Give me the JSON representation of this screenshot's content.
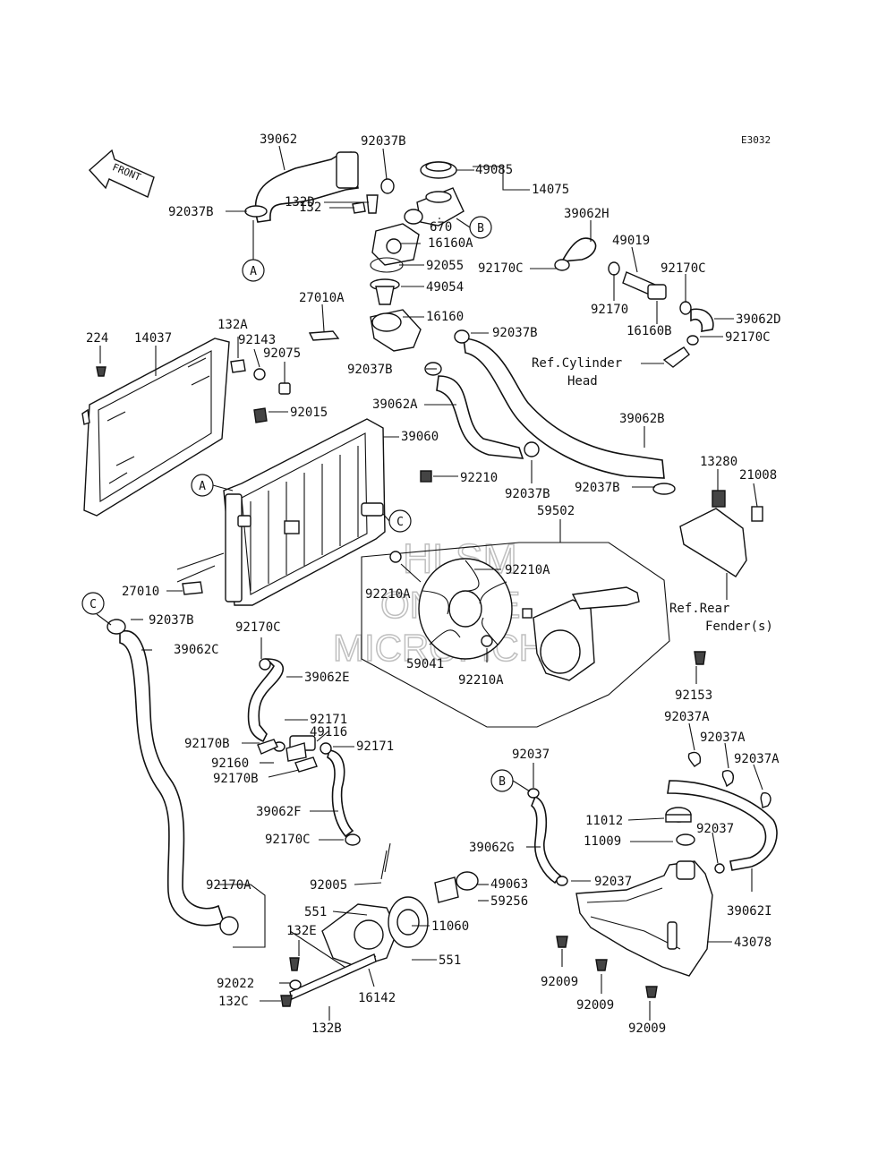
{
  "diagram_code": "E3032",
  "front_label": "FRONT",
  "watermark": [
    "HLSM",
    "ONLINE",
    "MICROFICHE"
  ],
  "callouts": {
    "a1": "A",
    "a2": "A",
    "b1": "B",
    "b2": "B",
    "c1": "C",
    "c2": "C"
  },
  "labels": {
    "p39062": "39062",
    "p92037B_1": "92037B",
    "p49085": "49085",
    "p14075": "14075",
    "p132D": "132D",
    "p670": "670",
    "p92037B_2": "92037B",
    "p132": "132",
    "p16160A": "16160A",
    "p92055": "92055",
    "p49054": "49054",
    "p39062H": "39062H",
    "p49019": "49019",
    "p92170C_1": "92170C",
    "p92170C_2": "92170C",
    "p92170": "92170",
    "p39062D": "39062D",
    "p16160B": "16160B",
    "p92170C_3": "92170C",
    "p27010A": "27010A",
    "p16160": "16160",
    "p92037B_3": "92037B",
    "p132A": "132A",
    "p224": "224",
    "p14037": "14037",
    "p92143": "92143",
    "p92075": "92075",
    "p92037B_4": "92037B",
    "p39062A": "39062A",
    "p92015": "92015",
    "p39060": "39060",
    "p39062B": "39062B",
    "p92210": "92210",
    "p92037B_5": "92037B",
    "p92037B_6": "92037B",
    "p13280": "13280",
    "p21008": "21008",
    "p59502": "59502",
    "p92210A_1": "92210A",
    "p92210A_2": "92210A",
    "p27010": "27010",
    "p92037B_7": "92037B",
    "p92170C_4": "92170C",
    "p39062C": "39062C",
    "p39062E": "39062E",
    "p59041": "59041",
    "p92210A_3": "92210A",
    "p92153": "92153",
    "p92171_1": "92171",
    "p49116": "49116",
    "p92171_2": "92171",
    "p92170B_1": "92170B",
    "p92160": "92160",
    "p92170B_2": "92170B",
    "p39062F": "39062F",
    "p92170C_5": "92170C",
    "p92037A_1": "92037A",
    "p92037A_2": "92037A",
    "p92037A_3": "92037A",
    "p92037_1": "92037",
    "p11012": "11012",
    "p92037_2": "92037",
    "p11009": "11009",
    "p39062G": "39062G",
    "p92037_3": "92037",
    "p92170A": "92170A",
    "p92005": "92005",
    "p49063": "49063",
    "p59256": "59256",
    "p551_1": "551",
    "p11060": "11060",
    "p132E": "132E",
    "p551_2": "551",
    "p39062I": "39062I",
    "p43078": "43078",
    "p92022": "92022",
    "p92009_1": "92009",
    "p132C": "132C",
    "p16142": "16142",
    "p132B": "132B",
    "p92009_2": "92009",
    "p92009_3": "92009"
  },
  "references": {
    "cyl_head_1": "Ref.Cylinder",
    "cyl_head_2": "Head",
    "rear_fender_1": "Ref.Rear",
    "rear_fender_2": "Fender(s)"
  }
}
